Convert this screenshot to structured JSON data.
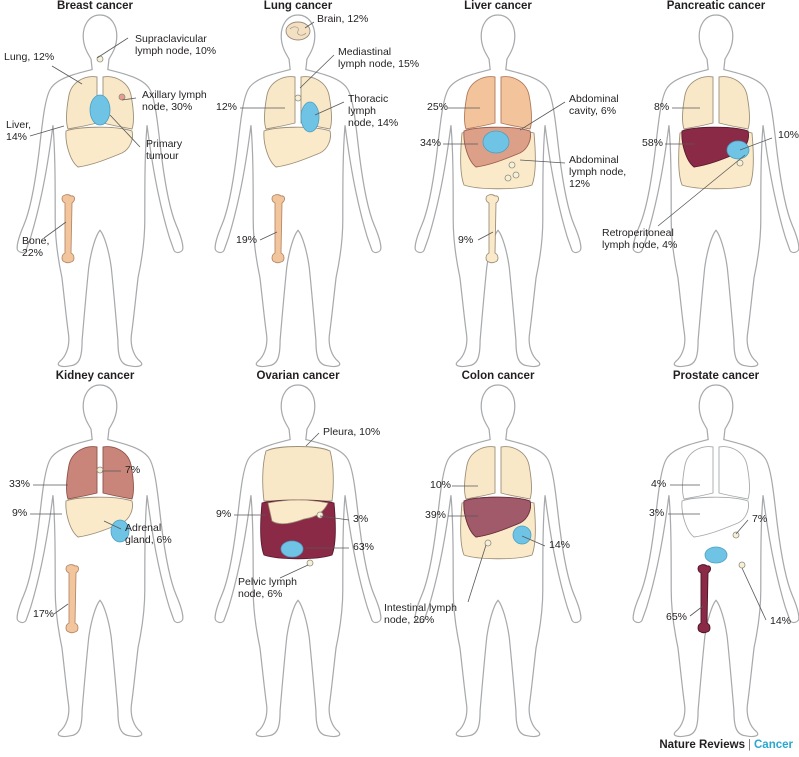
{
  "colors": {
    "outline": "#a7a9ac",
    "leader": "#58595b",
    "tumour": "#6fc4e6",
    "light_lung": "#f9e8c8",
    "light_liver": "#fbeac9",
    "medium_lung": "#f3c49c",
    "medium_liver": "#dca089",
    "dark_lung": "#c98579",
    "dark_liver": "#8a2a47",
    "bone_light": "#f3c59c",
    "bone_dark": "#8a2a47",
    "brand_cyan": "#2aa6cf"
  },
  "panels": [
    {
      "title": "Breast cancer",
      "labels": [
        {
          "lines": [
            "Supraclavicular",
            "lymph node, 10%"
          ]
        },
        {
          "lines": [
            "Lung, 12%"
          ]
        },
        {
          "lines": [
            "Axillary lymph",
            "node, 30%"
          ]
        },
        {
          "lines": [
            "Liver,",
            "14%"
          ]
        },
        {
          "lines": [
            "Primary",
            "tumour"
          ]
        },
        {
          "lines": [
            "Bone,",
            "22%"
          ]
        }
      ]
    },
    {
      "title": "Lung cancer",
      "labels": [
        {
          "lines": [
            "Brain, 12%"
          ]
        },
        {
          "lines": [
            "Mediastinal",
            "lymph node, 15%"
          ]
        },
        {
          "lines": [
            "12%"
          ]
        },
        {
          "lines": [
            "Thoracic",
            "lymph",
            "node, 14%"
          ]
        },
        {
          "lines": [
            "19%"
          ]
        }
      ]
    },
    {
      "title": "Liver cancer",
      "labels": [
        {
          "lines": [
            "25%"
          ]
        },
        {
          "lines": [
            "Abdominal",
            "cavity, 6%"
          ]
        },
        {
          "lines": [
            "34%"
          ]
        },
        {
          "lines": [
            "Abdominal",
            "lymph node,",
            "12%"
          ]
        },
        {
          "lines": [
            "9%"
          ]
        }
      ]
    },
    {
      "title": "Pancreatic cancer",
      "labels": [
        {
          "lines": [
            "8%"
          ]
        },
        {
          "lines": [
            "10%"
          ]
        },
        {
          "lines": [
            "58%"
          ]
        },
        {
          "lines": [
            "Retroperitoneal",
            "lymph node, 4%"
          ]
        }
      ]
    },
    {
      "title": "Kidney cancer",
      "labels": [
        {
          "lines": [
            "33%"
          ]
        },
        {
          "lines": [
            "7%"
          ]
        },
        {
          "lines": [
            "9%"
          ]
        },
        {
          "lines": [
            "Adrenal",
            "gland, 6%"
          ]
        },
        {
          "lines": [
            "17%"
          ]
        }
      ]
    },
    {
      "title": "Ovarian cancer",
      "labels": [
        {
          "lines": [
            "Pleura, 10%"
          ]
        },
        {
          "lines": [
            "9%"
          ]
        },
        {
          "lines": [
            "3%"
          ]
        },
        {
          "lines": [
            "63%"
          ]
        },
        {
          "lines": [
            "Pelvic lymph",
            "node, 6%"
          ]
        }
      ]
    },
    {
      "title": "Colon cancer",
      "labels": [
        {
          "lines": [
            "10%"
          ]
        },
        {
          "lines": [
            "39%"
          ]
        },
        {
          "lines": [
            "14%"
          ]
        },
        {
          "lines": [
            "Intestinal lymph",
            "node, 26%"
          ]
        }
      ]
    },
    {
      "title": "Prostate cancer",
      "labels": [
        {
          "lines": [
            "4%"
          ]
        },
        {
          "lines": [
            "3%"
          ]
        },
        {
          "lines": [
            "7%"
          ]
        },
        {
          "lines": [
            "65%"
          ]
        },
        {
          "lines": [
            "14%"
          ]
        }
      ]
    }
  ],
  "credit": {
    "journal": "Nature Reviews",
    "separator": "|",
    "section": "Cancer"
  }
}
